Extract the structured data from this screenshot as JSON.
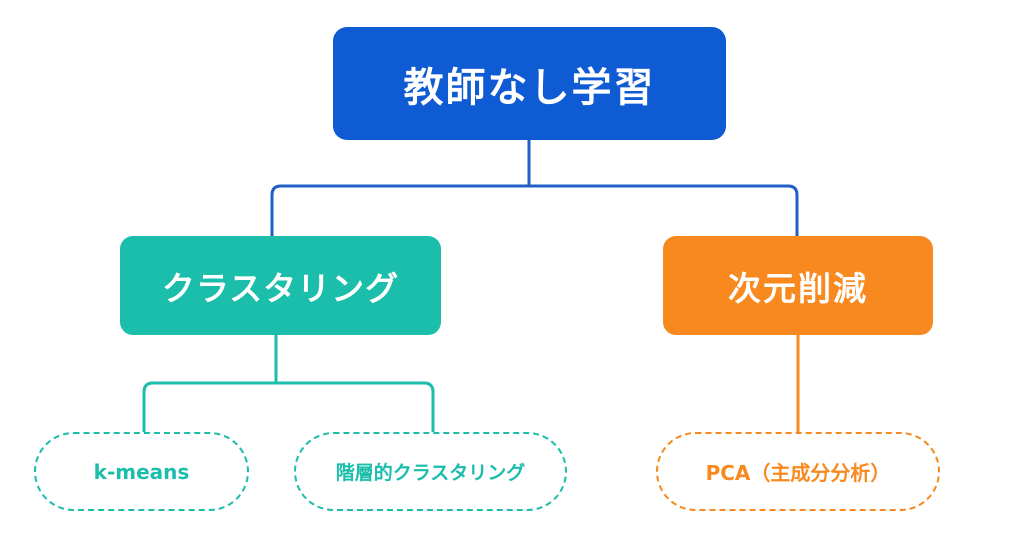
{
  "diagram": {
    "root": {
      "label": "教師なし学習"
    },
    "branches": [
      {
        "label": "クラスタリング",
        "color": "#1bbdab",
        "children": [
          {
            "label": "k-means"
          },
          {
            "label": "階層的クラスタリング"
          }
        ]
      },
      {
        "label": "次元削減",
        "color": "#f7891f",
        "children": [
          {
            "label": "PCA（主成分分析）"
          }
        ]
      }
    ],
    "colors": {
      "root": "#0e5bd4",
      "root_connector": "#1f5fc8",
      "clustering": "#1bbdab",
      "dimensionality_reduction": "#f7891f"
    }
  }
}
